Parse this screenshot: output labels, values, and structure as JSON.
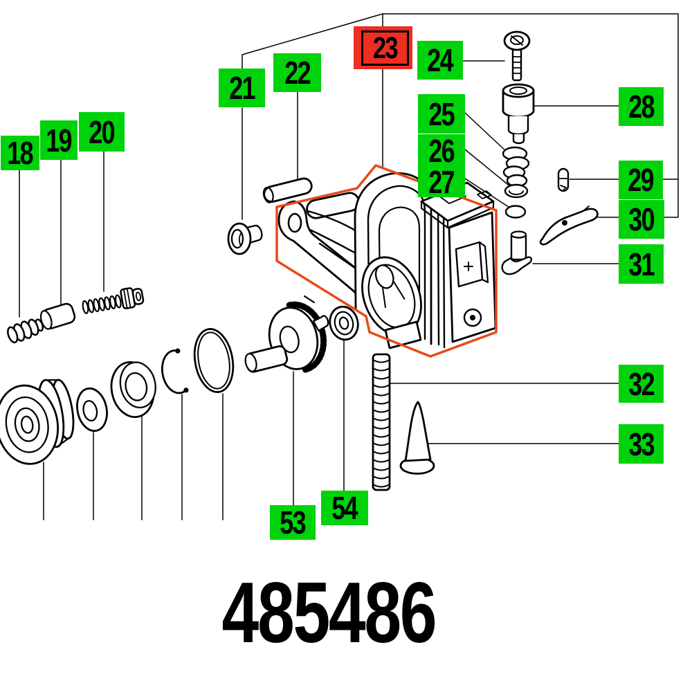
{
  "document": {
    "part_number": "485486"
  },
  "colors": {
    "green": "#00d20b",
    "red_fill": "#ee2d23",
    "red_outline": "#e84a17",
    "line": "#000000"
  },
  "highlighted_callout": "23",
  "callouts": {
    "c18": {
      "number": "18"
    },
    "c19": {
      "number": "19"
    },
    "c20": {
      "number": "20"
    },
    "c21": {
      "number": "21"
    },
    "c22": {
      "number": "22"
    },
    "c23": {
      "number": "23"
    },
    "c24": {
      "number": "24"
    },
    "c25": {
      "number": "25"
    },
    "c26": {
      "number": "26"
    },
    "c27": {
      "number": "27"
    },
    "c28": {
      "number": "28"
    },
    "c29": {
      "number": "29"
    },
    "c30": {
      "number": "30"
    },
    "c31": {
      "number": "31"
    },
    "c32": {
      "number": "32"
    },
    "c33": {
      "number": "33"
    },
    "c53": {
      "number": "53"
    },
    "c54": {
      "number": "54"
    }
  }
}
